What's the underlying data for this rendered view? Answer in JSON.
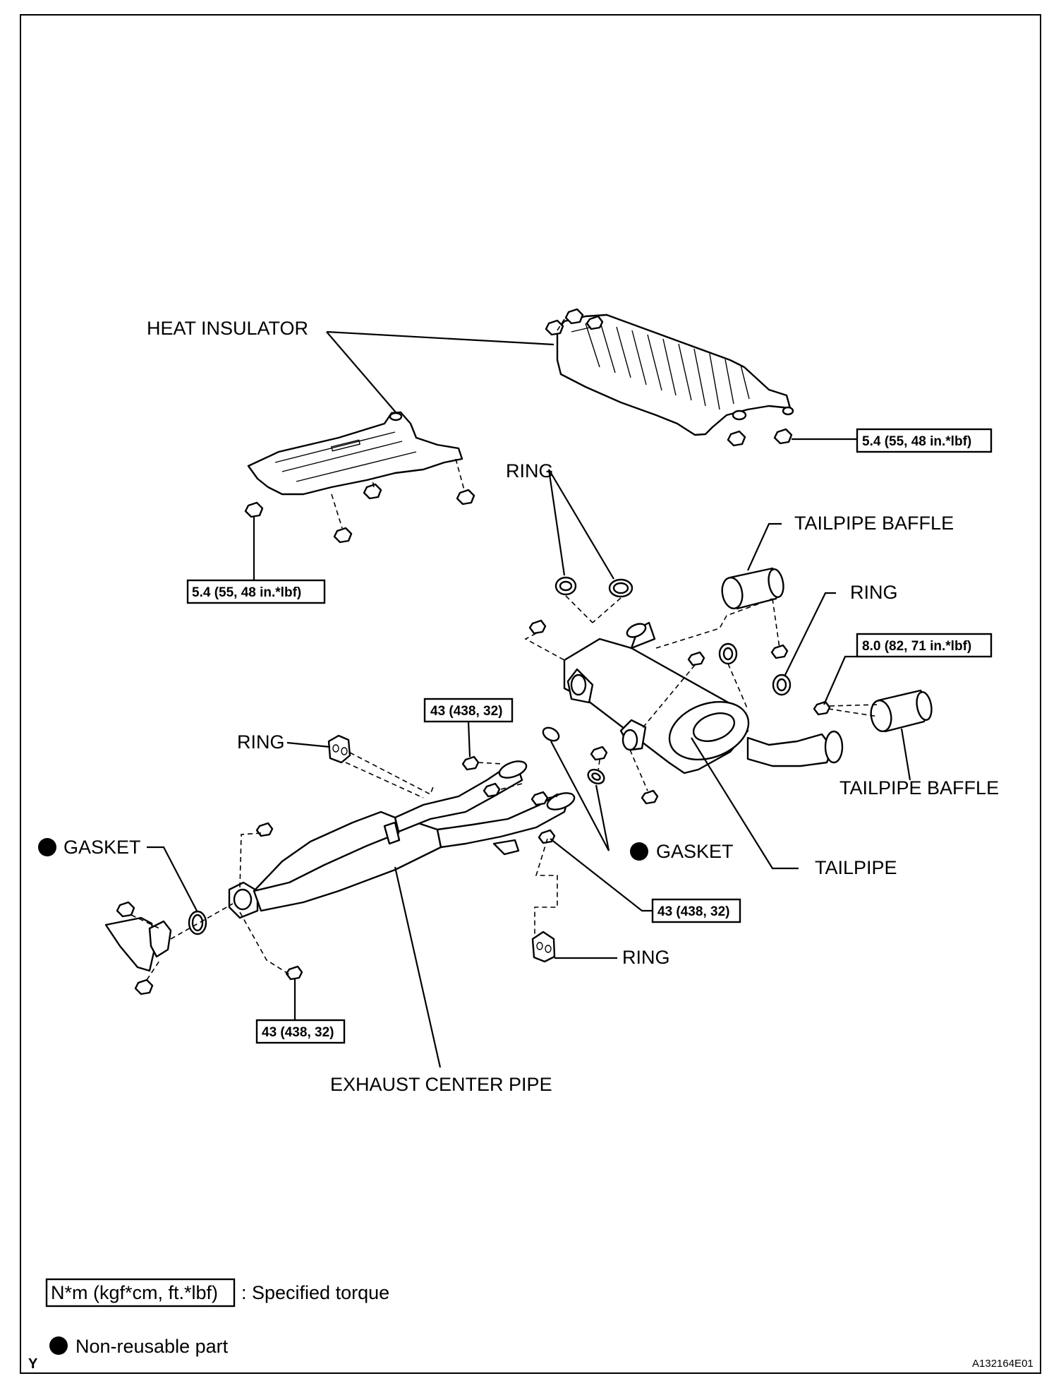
{
  "labels": {
    "heat_insulator": "HEAT INSULATOR",
    "ring_top": "RING",
    "tailpipe_baffle_top": "TAILPIPE BAFFLE",
    "ring_right": "RING",
    "ring_left": "RING",
    "gasket_left": "GASKET",
    "gasket_mid": "GASKET",
    "tailpipe_baffle_bottom": "TAILPIPE BAFFLE",
    "tailpipe": "TAILPIPE",
    "ring_bottom": "RING",
    "exhaust_center_pipe": "EXHAUST CENTER PIPE"
  },
  "torques": {
    "insulator_rear": "5.4 (55, 48 in.*lbf)",
    "insulator_front": "5.4 (55, 48 in.*lbf)",
    "baffle": "8.0 (82, 71 in.*lbf)",
    "center_top": "43 (438, 32)",
    "center_right": "43 (438, 32)",
    "center_bottom": "43 (438, 32)"
  },
  "legend": {
    "torque_box": "N*m (kgf*cm, ft.*lbf)",
    "torque_desc": ": Specified torque",
    "nonreusable": "Non-reusable part"
  },
  "footer": {
    "left": "Y",
    "code": "A132164E01"
  }
}
